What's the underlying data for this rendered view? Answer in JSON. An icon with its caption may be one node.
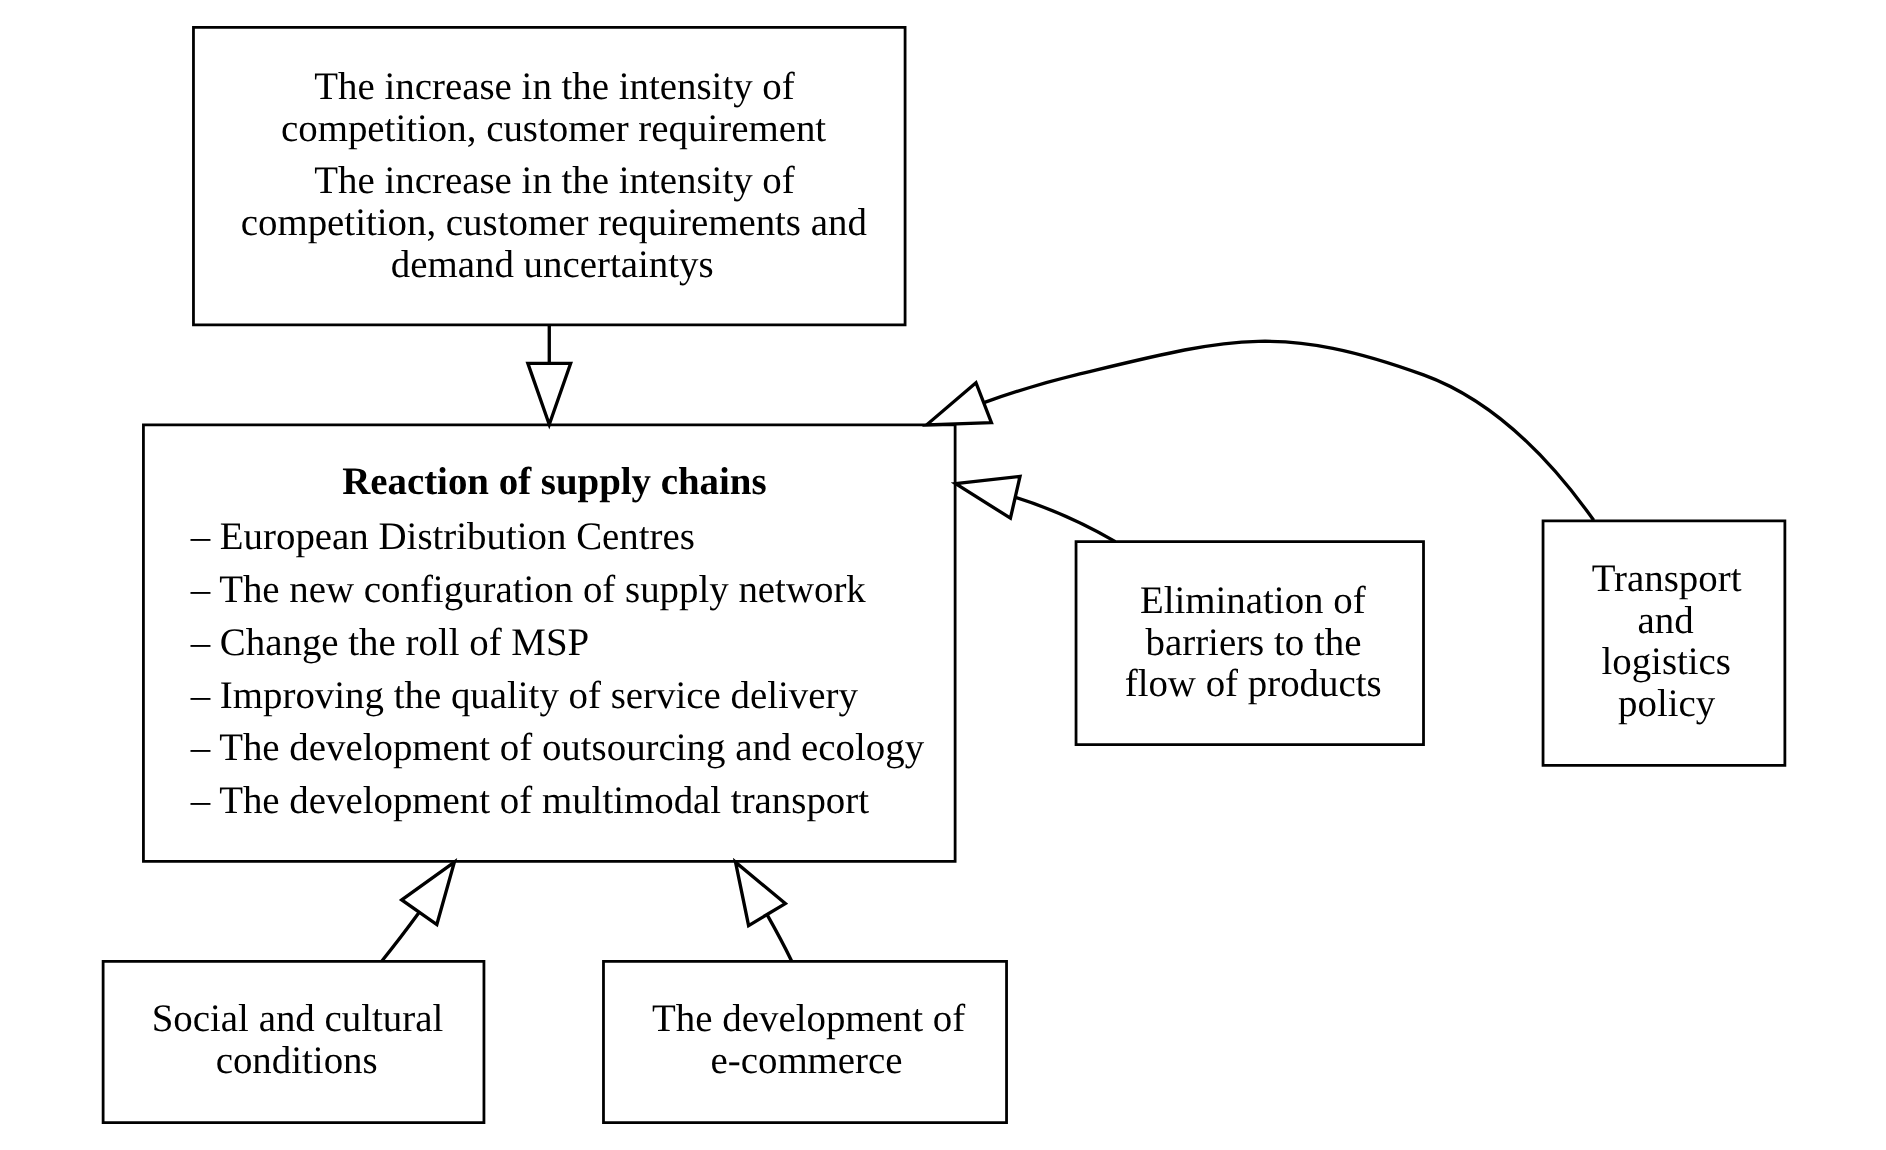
{
  "diagram": {
    "nodes": [
      {
        "text": [
          "The increase in the intensity of competition, customer requirement",
          "The increase in the intensity of competition, customer requirements and demand uncertaintys"
        ]
      },
      {
        "text": [
          "Reaction of supply chains",
          "– European Distribution Centres",
          "– The new configuration of supply network",
          "– Change the roll of MSP",
          "– Improving the quality of service delivery",
          "– The development of outsourcing and ecology",
          "– The development of multimodal transport"
        ]
      },
      {
        "text": [
          "Elimination of barriers to the flow of products"
        ]
      },
      {
        "text": [
          "Transport and logistics policy"
        ]
      },
      {
        "text": [
          "Social and cultural conditions"
        ]
      },
      {
        "text": [
          "The development of e-commerce"
        ]
      }
    ],
    "edges": [
      {
        "from": 0,
        "to": 1,
        "arrow": "to"
      },
      {
        "from": 2,
        "to": 1,
        "arrow": "to"
      },
      {
        "from": 3,
        "to": 1,
        "arrow": "to"
      },
      {
        "from": 4,
        "to": 1,
        "arrow": "to"
      },
      {
        "from": 5,
        "to": 1,
        "arrow": "to"
      }
    ]
  }
}
